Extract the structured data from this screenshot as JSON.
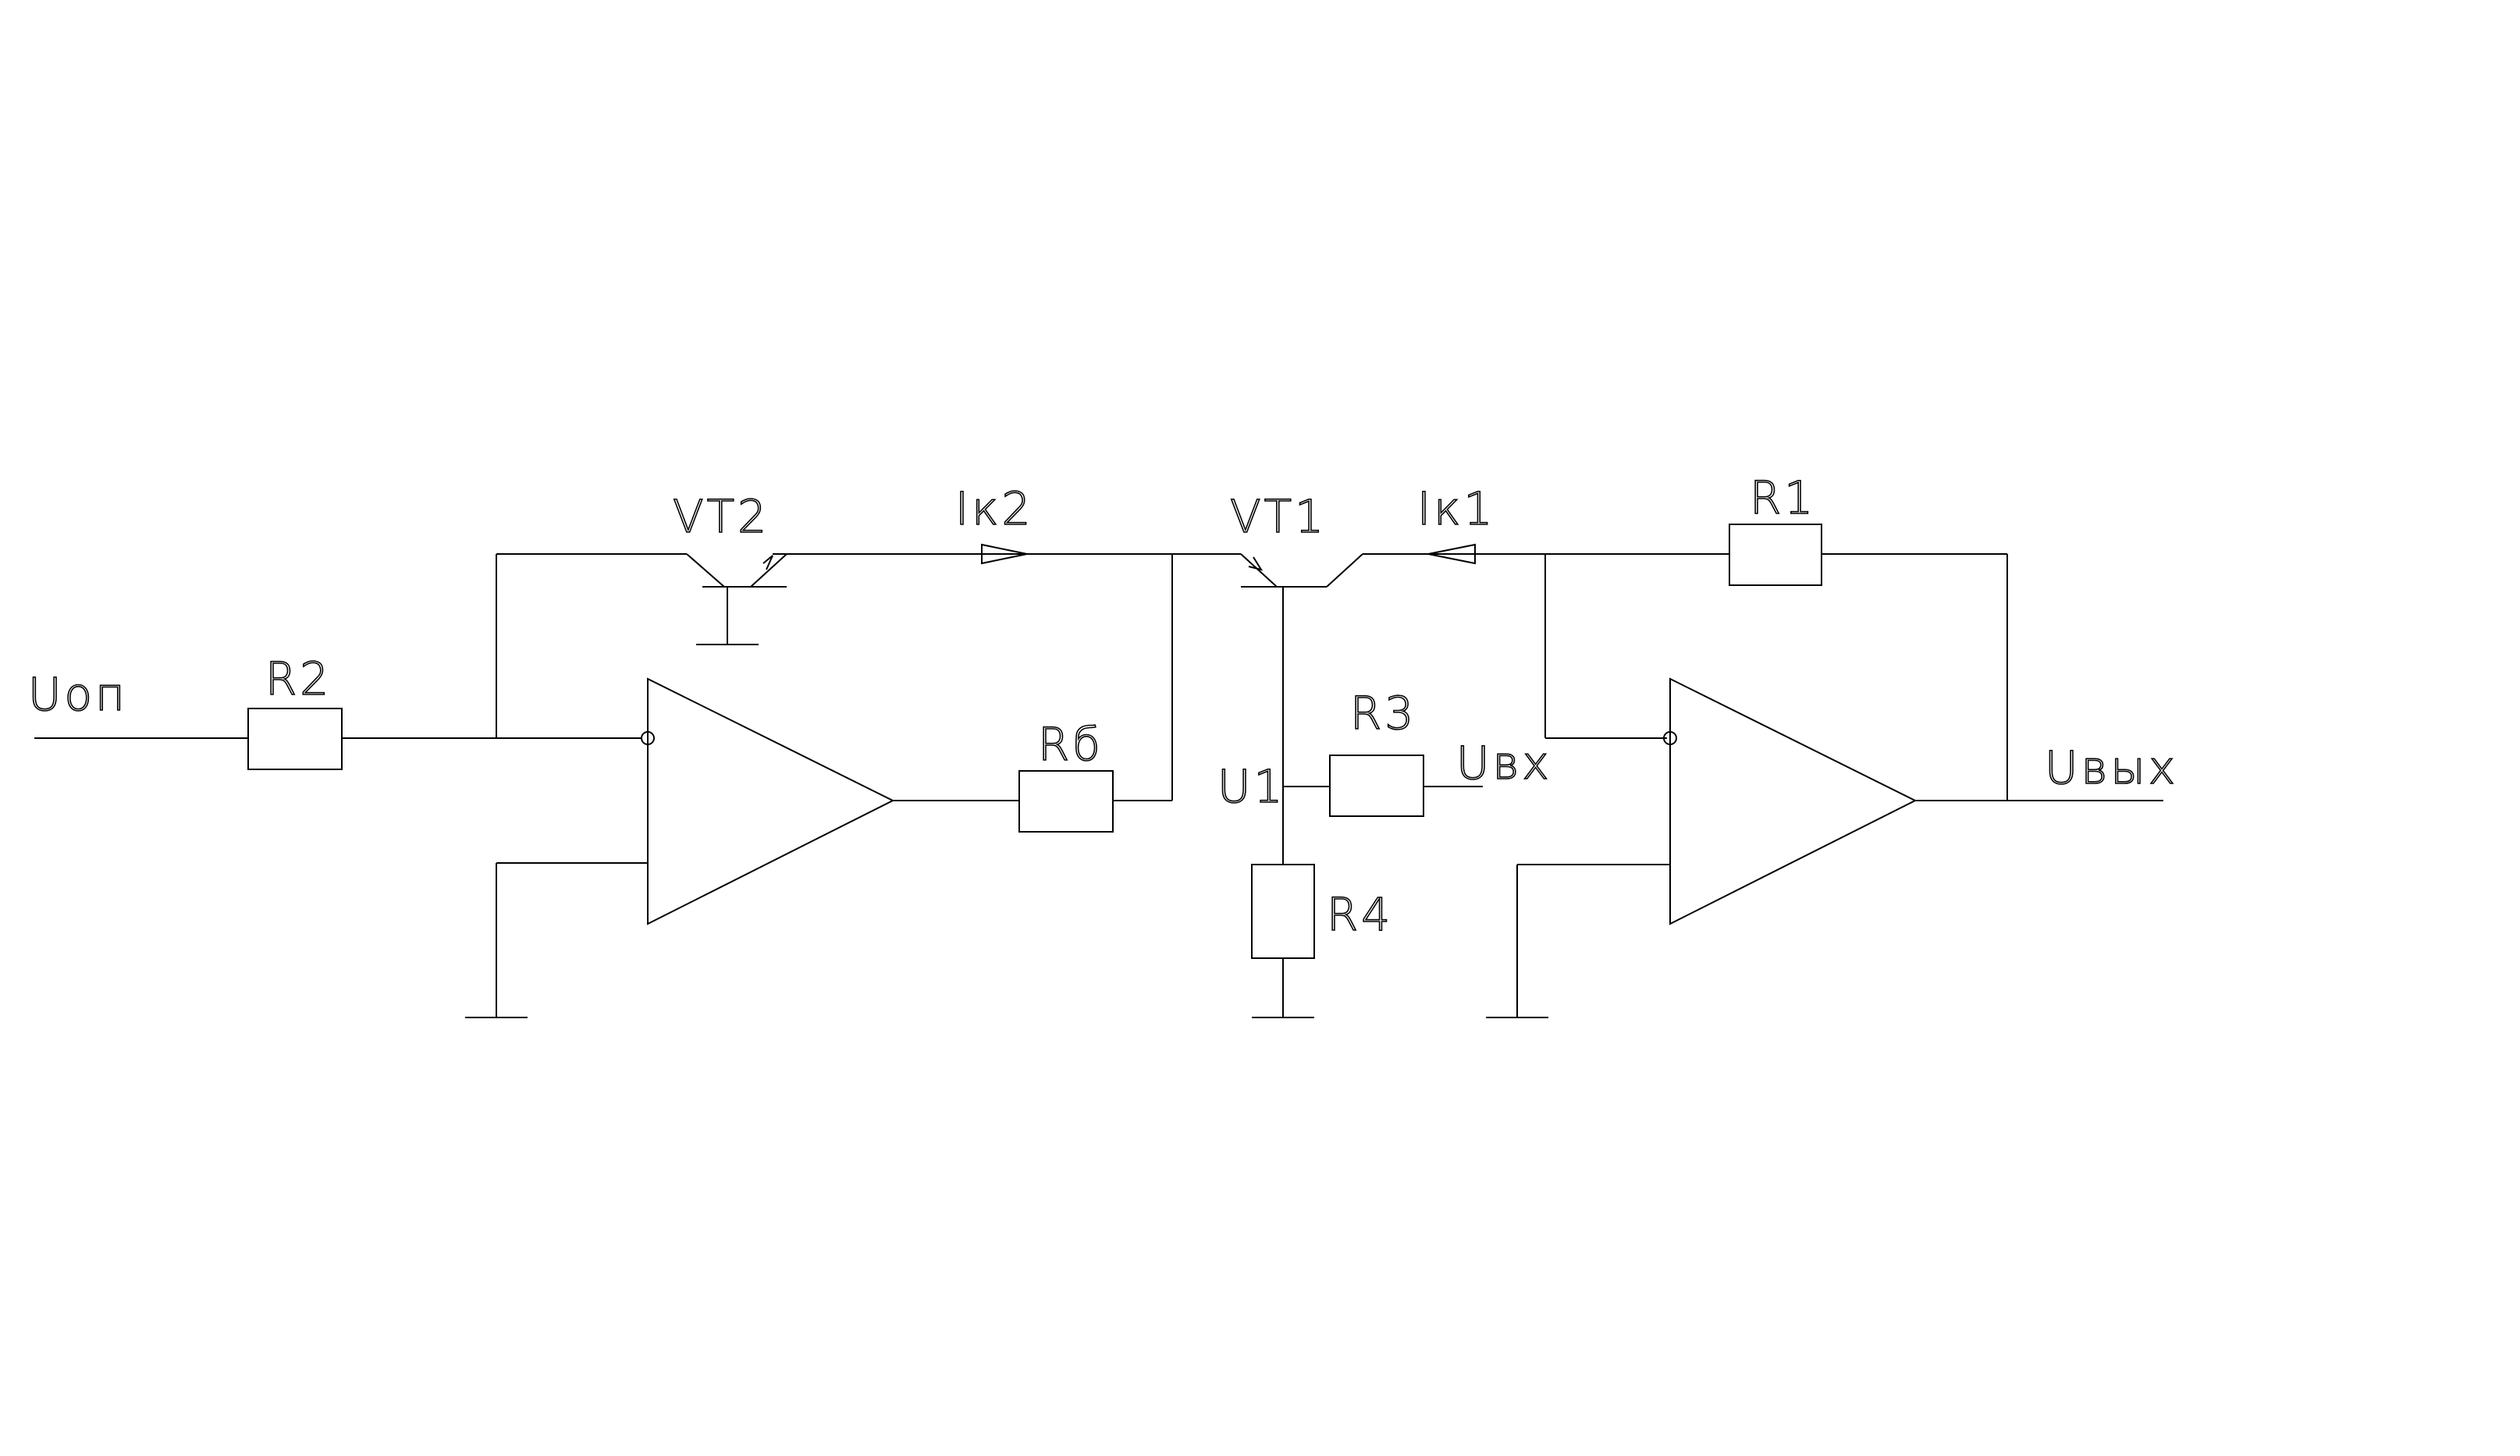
{
  "labels": {
    "u_op": "Uоп",
    "r2": "R2",
    "vt2": "VT2",
    "ik2": "Iк2",
    "vt1": "VT1",
    "ik1": "Iк1",
    "r1": "R1",
    "rb": "Rб",
    "r3": "R3",
    "u_vx": "Uвх",
    "u1": "U1",
    "r4": "R4",
    "u_vyx": "Uвых"
  }
}
